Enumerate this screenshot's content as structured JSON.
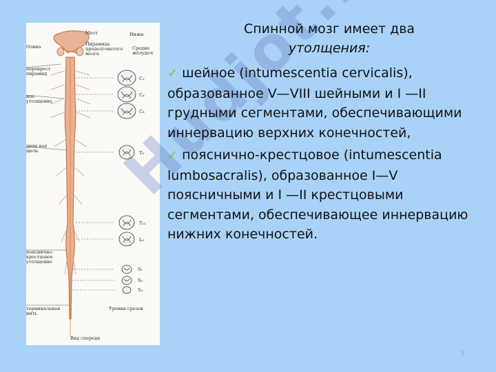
{
  "slide": {
    "title_line1": "Спинной мозг имеет два",
    "title_line2": "утолщения:",
    "bullets": [
      {
        "icon": "checkmark-icon",
        "text": "шейное (intumescentia cervicalis), образованное V—VIII шейными и I —II грудными сегментами, обеспечивающими иннервацию верхних конечностей,"
      },
      {
        "icon": "checkmark-icon",
        "text": "пояснично-крестцовое (intumescentia lumbosacralis), образованное I—V поясничными и I —II крестцовыми сегментами, обеспечивающее иннервацию нижних конечностей."
      }
    ],
    "page_number": "5",
    "watermark": "Hudjot.ru",
    "colors": {
      "background": "#a9d2f7",
      "check": "#7cc241",
      "cord": "#e8a77f"
    }
  },
  "figure": {
    "labels": {
      "most": "Мост",
      "olive": "Олива",
      "pyramid": "Пирамида продолговатого мозга",
      "lower": "Нижн",
      "middle": "Средне жёлудоч",
      "decussation": "перекрест пирамид",
      "cervical_thick": "ное утолщение",
      "c3": "C₃",
      "c6": "C₆",
      "c8": "C₈",
      "t6": "T₆",
      "mid_line": "дняя вая щель",
      "t12": "T₁₂",
      "l3": "L₃",
      "lumbar": "пояснично-крестцовое утолщение",
      "s1": "S₁",
      "s3": "S₃",
      "s4": "S₄",
      "terminal": "терминальная нить",
      "filum": "Уровня срезов",
      "bottom": "Вид спереди"
    }
  }
}
